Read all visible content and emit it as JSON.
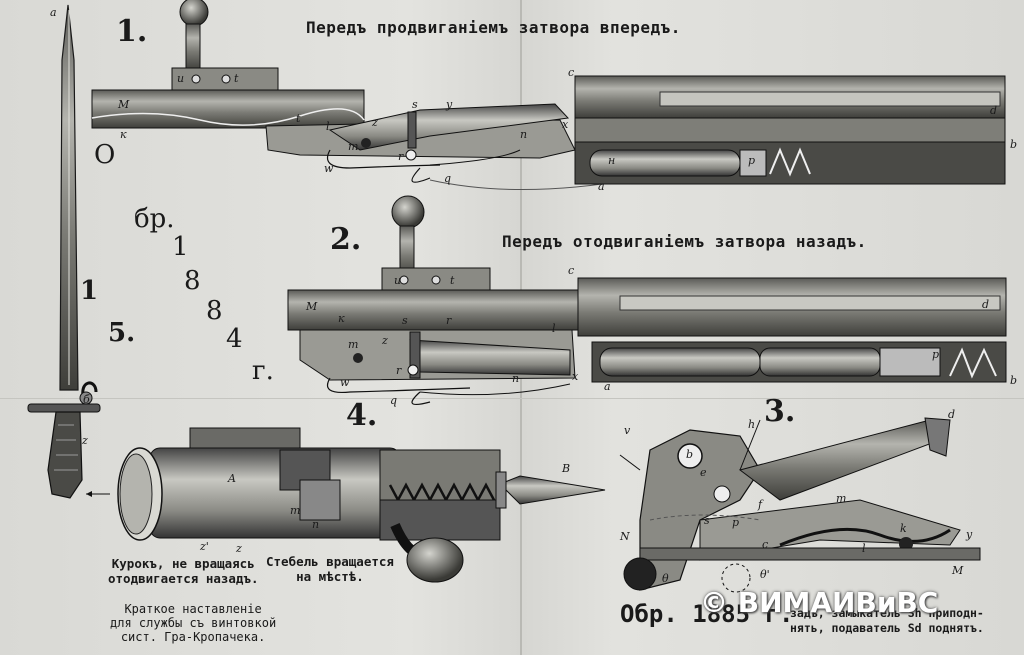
{
  "headings": {
    "top": "Передъ продвиганіемъ затвора впередъ.",
    "middle": "Передъ отодвиганіемъ затвора назадъ."
  },
  "figure_numbers": {
    "f1": "1.",
    "f2": "2.",
    "f3": "3.",
    "f4": "4."
  },
  "side_text": {
    "vertical": [
      "О",
      "бр.",
      "1",
      "8",
      "8",
      "4",
      "г."
    ],
    "blade_number_1": "1",
    "blade_number_5": "5."
  },
  "captions": {
    "kurok": [
      "Курокъ, не вращаясь",
      "отодвигается назадъ."
    ],
    "stebel": [
      "Стебель вращается",
      "на мѣстѣ."
    ],
    "manual": [
      "Краткое наставленіе",
      "для службы съ винтовкой",
      "сист. Гра-Кропачека."
    ],
    "fig3_partial": [
      "задъ, замыкатель Sh приподн-",
      "нять, подаватель Sd поднятъ."
    ],
    "obr": "Обр. 1885 г."
  },
  "part_labels": {
    "fig1": [
      "u",
      "t",
      "M",
      "к",
      "m",
      "z",
      "r",
      "n",
      "w",
      "q",
      "x",
      "c",
      "d",
      "a",
      "н",
      "p",
      "b",
      "l",
      "s",
      "y",
      "t"
    ],
    "fig2": [
      "u",
      "t",
      "c",
      "d",
      "M",
      "к",
      "s",
      "r",
      "l",
      "m",
      "z",
      "r",
      "n",
      "w",
      "q",
      "x",
      "a",
      "p",
      "b"
    ],
    "fig3": [
      "v",
      "h",
      "d",
      "b",
      "e",
      "f",
      "m",
      "s",
      "p",
      "k",
      "y",
      "N",
      "c",
      "l",
      "θ",
      "θ'",
      "M"
    ],
    "fig4": [
      "A",
      "z'",
      "z",
      "m",
      "n",
      "B"
    ],
    "bayonet": [
      "a",
      "б",
      "z"
    ]
  },
  "watermark": "© ВИМАИВиВС",
  "colors": {
    "ink": "#1a1a1a",
    "paper": "#dcdcd8",
    "metal_light": "#9a9a96",
    "metal_dark": "#3a3a38"
  }
}
